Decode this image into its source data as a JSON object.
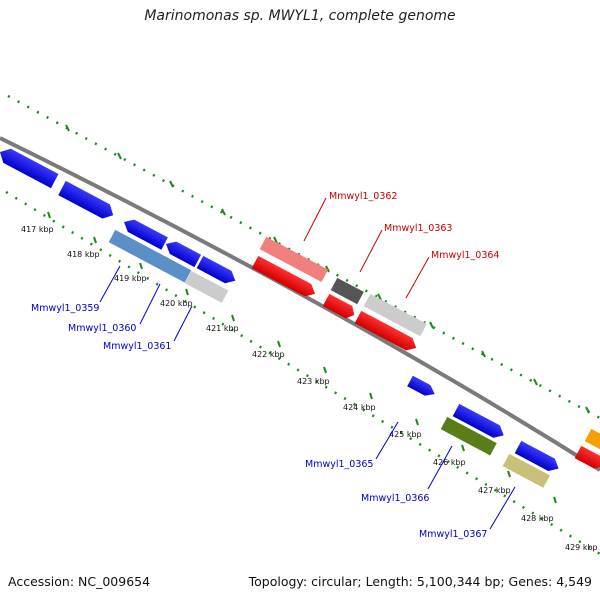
{
  "title": "Marinomonas sp. MWYL1, complete genome",
  "footer": {
    "accession": "Accession: NC_009654",
    "summary": "Topology: circular; Length: 5,100,344 bp; Genes: 4,549"
  },
  "colors": {
    "backbone": "#8a8a8a",
    "ticks": "#1a8a1a",
    "forward_label": "#cc0000",
    "reverse_label": "#0000cc"
  },
  "kbp_labels": [
    "417 kbp",
    "418 kbp",
    "419 kbp",
    "420 kbp",
    "421 kbp",
    "422 kbp",
    "423 kbp",
    "424 kbp",
    "425 kbp",
    "426 kbp",
    "427 kbp",
    "428 kbp",
    "429 kbp"
  ],
  "gene_labels": {
    "g0362": "Mmwyl1_0362",
    "g0363": "Mmwyl1_0363",
    "g0364": "Mmwyl1_0364",
    "g0359": "Mmwyl1_0359",
    "g0360": "Mmwyl1_0360",
    "g0361": "Mmwyl1_0361",
    "g0365": "Mmwyl1_0365",
    "g0366": "Mmwyl1_0366",
    "g0367": "Mmwyl1_0367"
  }
}
